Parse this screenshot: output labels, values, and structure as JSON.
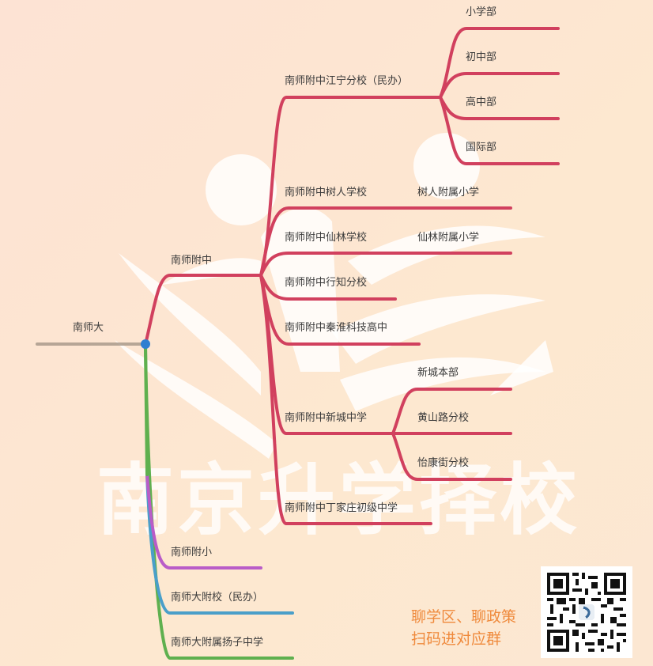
{
  "watermark": {
    "text": "南京升学择校"
  },
  "mindmap": {
    "root": {
      "label": "南师大",
      "dot_color": "#2f7fd1",
      "line_color": "#a99a8c"
    },
    "branches": [
      {
        "label": "南师附中",
        "color": "#d1405e",
        "children": [
          {
            "label": "南师附中江宁分校（民办）",
            "children": [
              {
                "label": "小学部"
              },
              {
                "label": "初中部"
              },
              {
                "label": "高中部"
              },
              {
                "label": "国际部"
              }
            ]
          },
          {
            "label": "南师附中树人学校",
            "note": "树人附属小学"
          },
          {
            "label": "南师附中仙林学校",
            "note": "仙林附属小学"
          },
          {
            "label": "南师附中行知分校"
          },
          {
            "label": "南师附中秦淮科技高中"
          },
          {
            "label": "南师附中新城中学",
            "children": [
              {
                "label": "新城本部"
              },
              {
                "label": "黄山路分校"
              },
              {
                "label": "怡康街分校"
              }
            ]
          },
          {
            "label": "南师附中丁家庄初级中学"
          }
        ]
      },
      {
        "label": "南师附小",
        "color": "#b95cc8"
      },
      {
        "label": "南师大附校（民办）",
        "color": "#4a9fc9"
      },
      {
        "label": "南师大附属扬子中学",
        "color": "#5fb04f"
      }
    ]
  },
  "promo": {
    "line1": "聊学区、聊政策",
    "line2": "扫码进对应群",
    "color": "#ef8a3c"
  },
  "qr_code": {
    "label": "QR code"
  }
}
